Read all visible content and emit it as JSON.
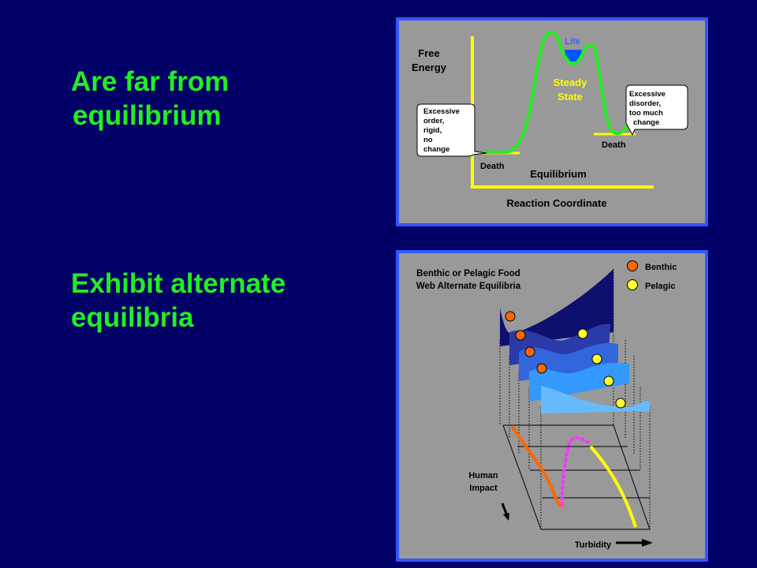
{
  "headings": {
    "top": [
      "Are far from",
      "equilibrium"
    ],
    "bottom": [
      "Exhibit alternate",
      "equilibria"
    ]
  },
  "energy_diagram": {
    "y_label": [
      "Free",
      "Energy"
    ],
    "x_label": "Reaction Coordinate",
    "equilibrium_label": "Equilibrium",
    "steady_state_label": [
      "Steady",
      "State"
    ],
    "life_label": "Life",
    "death_left_label": "Death",
    "death_right_label": "Death",
    "callout_left": [
      "Excessive",
      "order,",
      "rigid,",
      "no",
      "change"
    ],
    "callout_right": [
      "Excessive",
      "disorder,",
      "too much",
      "change"
    ],
    "colors": {
      "axis": "#ffff00",
      "curve": "#22ee22",
      "well": "#0055ff",
      "life_text": "#3366ff"
    }
  },
  "equilibria_diagram": {
    "title": [
      "Benthic or Pelagic Food",
      "Web Alternate Equilibria"
    ],
    "legend": [
      {
        "label": "Benthic",
        "color": "#ff6600"
      },
      {
        "label": "Pelagic",
        "color": "#ffff33"
      }
    ],
    "human_impact_label": [
      "Human",
      "Impact"
    ],
    "turbidity_label": "Turbidity",
    "colors": {
      "sheets": [
        "#0f0f6f",
        "#2a3aa8",
        "#3366dd",
        "#3399ff",
        "#66bbff"
      ],
      "benthic_line": "#ff6600",
      "pelagic_line": "#ffff00",
      "transition_line": "#ff33ff"
    }
  }
}
